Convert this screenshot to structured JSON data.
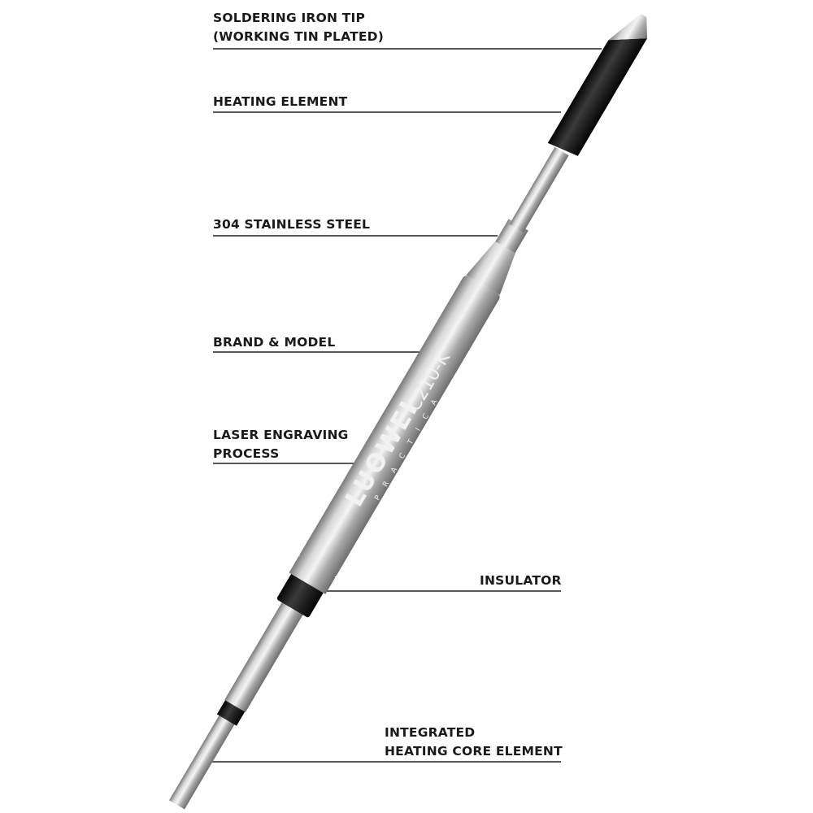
{
  "labels": {
    "tip": [
      "SOLDERING IRON TIP",
      "(WORKING TIN PLATED)"
    ],
    "heating_element": [
      "HEATING ELEMENT"
    ],
    "steel": [
      "304 STAINLESS STEEL"
    ],
    "brand": [
      "BRAND & MODEL"
    ],
    "laser": [
      "LASER ENGRAVING",
      "PROCESS"
    ],
    "insulator": [
      "INSULATOR"
    ],
    "core": [
      "INTEGRATED",
      "HEATING CORE ELEMENT"
    ]
  },
  "engraving": {
    "logo": "LUOWEI",
    "model": "C210-K",
    "sub": "PRACTICA"
  },
  "colors": {
    "text": "#1a1a1a",
    "line": "#222222",
    "steel": "#b8b8b8",
    "black_parts": "#111111"
  }
}
